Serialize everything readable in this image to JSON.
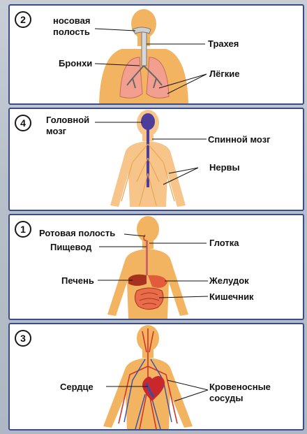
{
  "panels": [
    {
      "number": "2",
      "labels": {
        "nasal_1": "носовая",
        "nasal_2": "полость",
        "trachea": "Трахея",
        "bronchi": "Бронхи",
        "lungs": "Лёгкие"
      }
    },
    {
      "number": "4",
      "labels": {
        "brain_1": "Головной",
        "brain_2": "мозг",
        "spinal_cord": "Спинной мозг",
        "nerves": "Нервы"
      }
    },
    {
      "number": "1",
      "labels": {
        "mouth": "Ротовая полость",
        "esophagus": "Пищевод",
        "pharynx": "Глотка",
        "liver": "Печень",
        "stomach": "Желудок",
        "intestine": "Кишечник"
      }
    },
    {
      "number": "3",
      "labels": {
        "heart": "Сердце",
        "vessels_1": "Кровеносные",
        "vessels_2": "сосуды"
      }
    }
  ],
  "colors": {
    "panel_border": "#3b4c8c",
    "body_fill": "#f3b462",
    "lung_fill": "#f29f8f",
    "brain_fill": "#4d3c9a",
    "digestive_fill": "#e25b3b",
    "artery": "#d2322b",
    "vein": "#3050b0"
  }
}
